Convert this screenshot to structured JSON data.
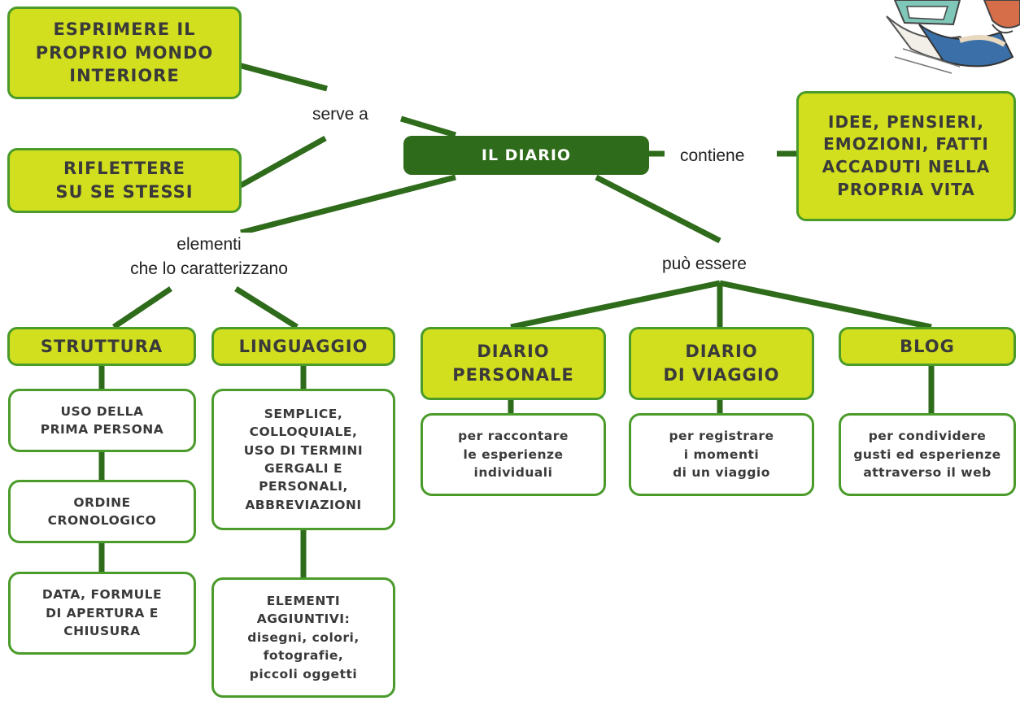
{
  "center": "IL DIARIO",
  "links": {
    "serve_a": "serve a",
    "contiene": "contiene",
    "elementi": "elementi\nche lo caratterizzano",
    "puo_essere": "può essere"
  },
  "purposes": [
    "ESPRIMERE IL\nPROPRIO MONDO\nINTERIORE",
    "RIFLETTERE\nSU SE STESSI"
  ],
  "contents": "IDEE, PENSIERI,\nEMOZIONI, FATTI\nACCADUTI NELLA\nPROPRIA VITA",
  "elements": {
    "struttura": {
      "title": "STRUTTURA",
      "items": [
        "USO DELLA\nPRIMA PERSONA",
        "ORDINE\nCRONOLOGICO",
        "DATA, FORMULE\nDI APERTURA E\nCHIUSURA"
      ]
    },
    "linguaggio": {
      "title": "LINGUAGGIO",
      "items": [
        "SEMPLICE,\nCOLLOQUIALE,\nUSO DI TERMINI\nGERGALI E\nPERSONALI,\nABBREVIAZIONI",
        "ELEMENTI\nAGGIUNTIVI:\ndisegni, colori,\nfotografie,\npiccoli oggetti"
      ]
    }
  },
  "types": [
    {
      "title": "DIARIO\nPERSONALE",
      "desc": "per raccontare\nle esperienze\nindividuali"
    },
    {
      "title": "DIARIO\nDI VIAGGIO",
      "desc": "per registrare\ni momenti\ndi un viaggio"
    },
    {
      "title": "BLOG",
      "desc": "per condividere\ngusti ed esperienze\nattraverso il web"
    }
  ],
  "colors": {
    "box_fill": "#d2df1f",
    "border": "#4a9b2a",
    "center_fill": "#2e6b1a",
    "line": "#2e6b1a"
  },
  "icons": [
    "person-reading-illustration"
  ]
}
